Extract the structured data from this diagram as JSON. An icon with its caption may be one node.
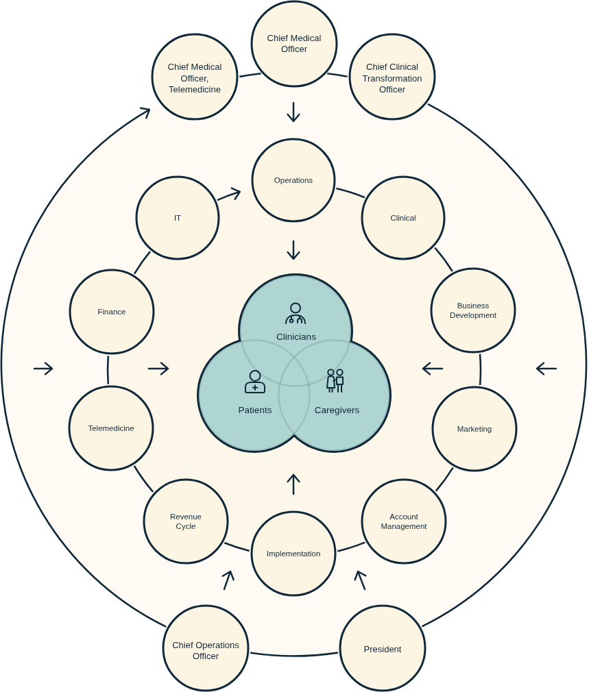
{
  "diagram": {
    "nodes": [
      {
        "text": [
          "Chief Medical Officer, Telemedicine"
        ]
      },
      {
        "text": [
          "Chief Medical Officer"
        ]
      },
      {
        "text": [
          "Chief Clinical Transformation Officer"
        ]
      },
      {
        "text": [
          "Operations"
        ]
      },
      {
        "text": [
          "IT"
        ]
      },
      {
        "text": [
          "Clinical"
        ]
      },
      {
        "text": [
          "Finance"
        ]
      },
      {
        "text": [
          "Business Development"
        ]
      },
      {
        "text": [
          "Clinicians"
        ]
      },
      {
        "text": [
          "Patients"
        ]
      },
      {
        "text": [
          "Caregivers"
        ]
      },
      {
        "text": [
          "Telemedicine"
        ]
      },
      {
        "text": [
          "Marketing"
        ]
      },
      {
        "text": [
          "Revenue Cycle"
        ]
      },
      {
        "text": [
          "Account Management"
        ]
      },
      {
        "text": [
          "Implementation"
        ]
      },
      {
        "text": [
          "Chief Operations Officer"
        ]
      },
      {
        "text": [
          "President"
        ]
      }
    ],
    "edges": [
      {
        "from": 0,
        "to": 1,
        "arrow": "none"
      },
      {
        "from": 1,
        "to": 2,
        "arrow": "none"
      },
      {
        "from": 2,
        "to": 17,
        "arrow": "none"
      },
      {
        "from": 17,
        "to": 16,
        "arrow": "none"
      },
      {
        "from": 16,
        "to": 0,
        "arrow": "to"
      },
      {
        "from": 3,
        "to": 5,
        "arrow": "none"
      },
      {
        "from": 5,
        "to": 7,
        "arrow": "none"
      },
      {
        "from": 7,
        "to": 12,
        "arrow": "none"
      },
      {
        "from": 12,
        "to": 14,
        "arrow": "none"
      },
      {
        "from": 14,
        "to": 15,
        "arrow": "none"
      },
      {
        "from": 15,
        "to": 13,
        "arrow": "none"
      },
      {
        "from": 13,
        "to": 11,
        "arrow": "none"
      },
      {
        "from": 11,
        "to": 6,
        "arrow": "none"
      },
      {
        "from": 6,
        "to": 4,
        "arrow": "none"
      },
      {
        "from": 4,
        "to": 3,
        "arrow": "to"
      }
    ]
  }
}
